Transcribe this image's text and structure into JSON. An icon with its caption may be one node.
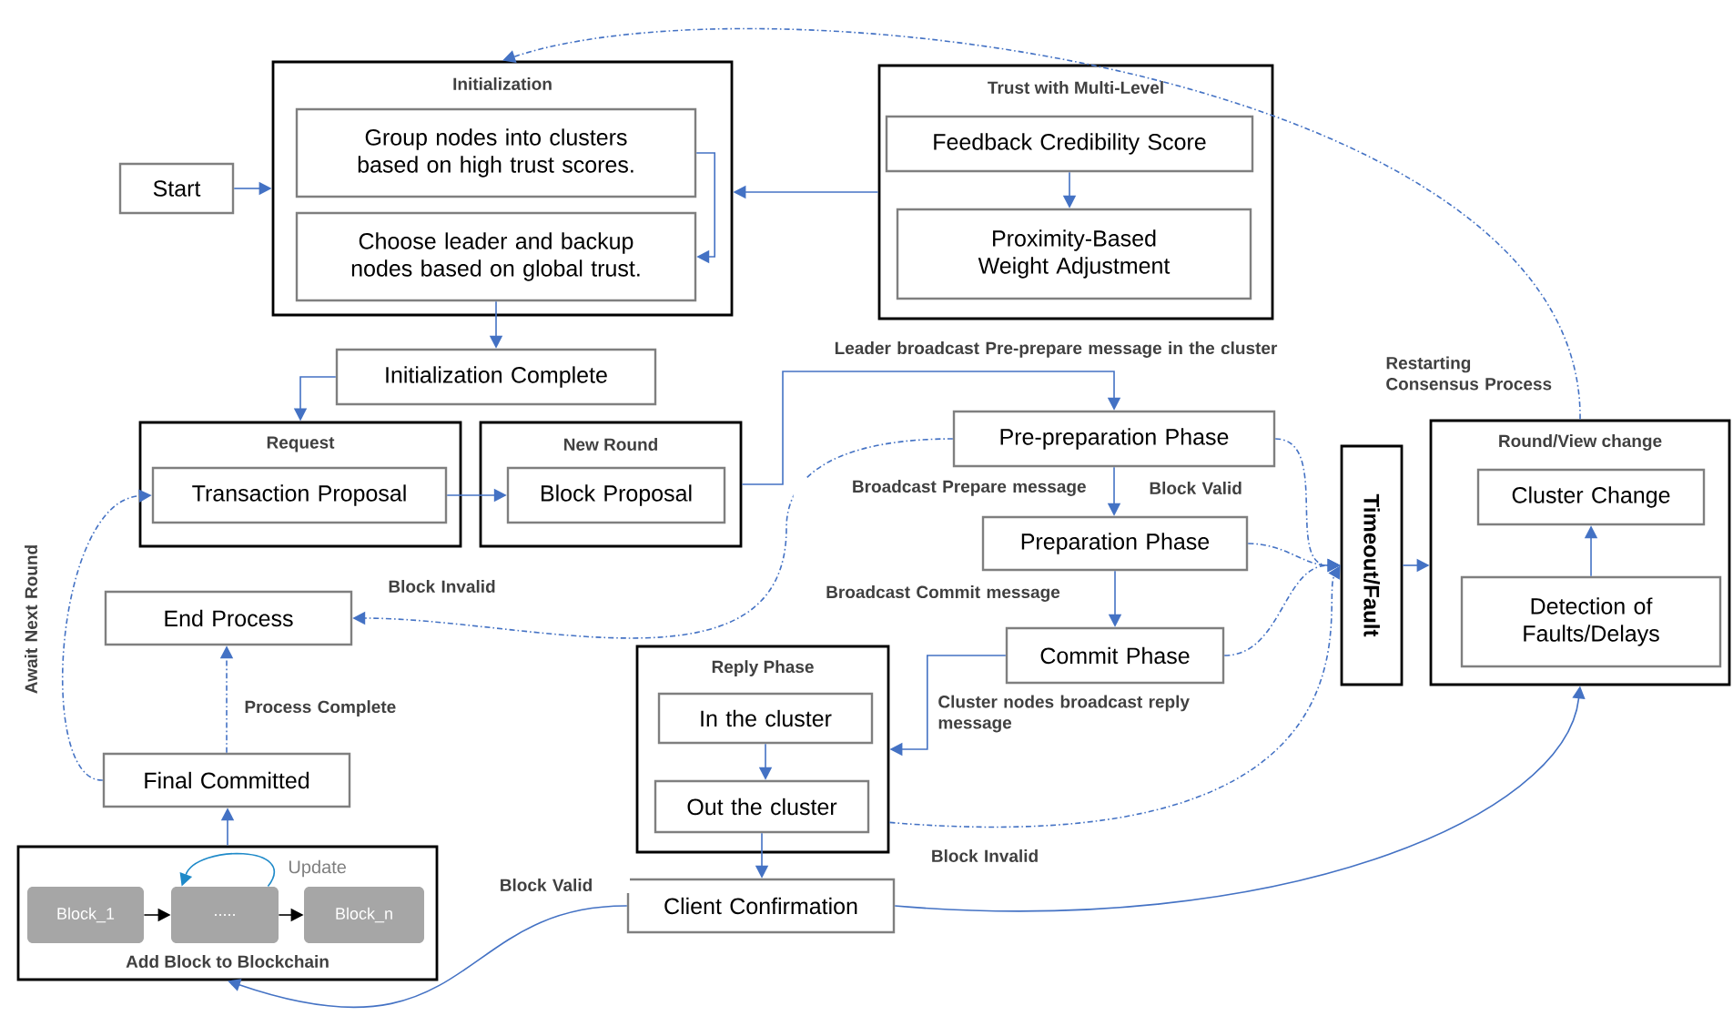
{
  "diagram": {
    "nodes": [
      {
        "text": [
          "Start"
        ]
      },
      {
        "text": [
          "Initialization"
        ]
      },
      {
        "text": [
          "Group nodes into clusters based on high trust scores."
        ],
        "in": 1
      },
      {
        "text": [
          "Choose leader and backup nodes based on global trust."
        ],
        "in": 1
      },
      {
        "text": [
          "Trust with Multi-Level"
        ]
      },
      {
        "text": [
          "Feedback Credibility Score"
        ],
        "in": 4
      },
      {
        "text": [
          "Proximity-Based Weight Adjustment"
        ],
        "in": 4
      },
      {
        "text": [
          "Initialization Complete"
        ]
      },
      {
        "text": [
          "Request"
        ]
      },
      {
        "text": [
          "Transaction Proposal"
        ],
        "in": 8
      },
      {
        "text": [
          "New Round"
        ]
      },
      {
        "text": [
          "Block Proposal"
        ],
        "in": 10
      },
      {
        "text": [
          "Pre-preparation Phase"
        ]
      },
      {
        "text": [
          "Preparation Phase"
        ]
      },
      {
        "text": [
          "Commit Phase"
        ]
      },
      {
        "text": [
          "Timeout/Fault"
        ]
      },
      {
        "text": [
          "Round/View change"
        ]
      },
      {
        "text": [
          "Cluster Change"
        ],
        "in": 16
      },
      {
        "text": [
          "Detection of Faults/Delays"
        ],
        "in": 16
      },
      {
        "text": [
          "End Process"
        ]
      },
      {
        "text": [
          "Final Committed"
        ]
      },
      {
        "text": [
          "Add Block to Blockchain"
        ]
      },
      {
        "text": [
          "Block_1"
        ],
        "in": 21
      },
      {
        "text": [
          "....."
        ],
        "in": 21
      },
      {
        "text": [
          "Block_n"
        ],
        "in": 21
      },
      {
        "text": [
          "Reply Phase"
        ]
      },
      {
        "text": [
          "In the cluster"
        ],
        "in": 25
      },
      {
        "text": [
          "Out the cluster"
        ],
        "in": 25
      },
      {
        "text": [
          "Client Confirmation"
        ]
      }
    ],
    "edges": [
      {
        "from": 0,
        "to": 1,
        "arrow": "to"
      },
      {
        "from": 2,
        "to": 3,
        "arrow": "to"
      },
      {
        "from": 4,
        "to": 1,
        "arrow": "to"
      },
      {
        "from": 5,
        "to": 6,
        "arrow": "to"
      },
      {
        "from": 3,
        "to": 7,
        "arrow": "to"
      },
      {
        "from": 7,
        "to": 8,
        "arrow": "to"
      },
      {
        "from": 9,
        "to": 11,
        "arrow": "to"
      },
      {
        "from": 10,
        "to": 12,
        "arrow": "to",
        "label": "Leader broadcast Pre-prepare message in the cluster"
      },
      {
        "from": 12,
        "to": 13,
        "arrow": "to",
        "label": "Block Valid"
      },
      {
        "from": 13,
        "to": 14,
        "arrow": "to",
        "label": "Broadcast Commit message"
      },
      {
        "from": 12,
        "to": 19,
        "arrow": "to",
        "style": "dashed",
        "label": "Block Invalid"
      },
      {
        "from": 12,
        "to": 15,
        "arrow": "to",
        "style": "dashed"
      },
      {
        "from": 13,
        "to": 15,
        "arrow": "to",
        "style": "dashed"
      },
      {
        "from": 14,
        "to": 15,
        "arrow": "to",
        "style": "dashed"
      },
      {
        "from": 25,
        "to": 15,
        "arrow": "to",
        "style": "dashed"
      },
      {
        "from": 15,
        "to": 16,
        "arrow": "to"
      },
      {
        "from": 18,
        "to": 17,
        "arrow": "to"
      },
      {
        "from": 14,
        "to": 25,
        "arrow": "to",
        "label": "Cluster nodes broadcast reply message"
      },
      {
        "from": 26,
        "to": 27,
        "arrow": "to"
      },
      {
        "from": 27,
        "to": 28,
        "arrow": "to"
      },
      {
        "from": 28,
        "to": 21,
        "arrow": "to",
        "label": "Block Valid"
      },
      {
        "from": 28,
        "to": 16,
        "arrow": "to",
        "label": "Block Invalid"
      },
      {
        "from": 21,
        "to": 20,
        "arrow": "to"
      },
      {
        "from": 20,
        "to": 19,
        "arrow": "to",
        "style": "dashed",
        "label": "Process Complete"
      },
      {
        "from": 20,
        "to": 9,
        "arrow": "to",
        "style": "dashed",
        "label": "Await Next Round"
      },
      {
        "from": 16,
        "to": 1,
        "arrow": "to",
        "style": "dashed",
        "label": "Restarting Consensus Process"
      },
      {
        "from": 22,
        "to": 23,
        "arrow": "to",
        "color": "#000000"
      },
      {
        "from": 23,
        "to": 24,
        "arrow": "to",
        "color": "#000000"
      },
      {
        "from": 23,
        "to": 23,
        "arrow": "to",
        "color": "#1f8ac9",
        "label": "Update"
      }
    ],
    "labels": [
      "Broadcast Prepare message"
    ]
  }
}
